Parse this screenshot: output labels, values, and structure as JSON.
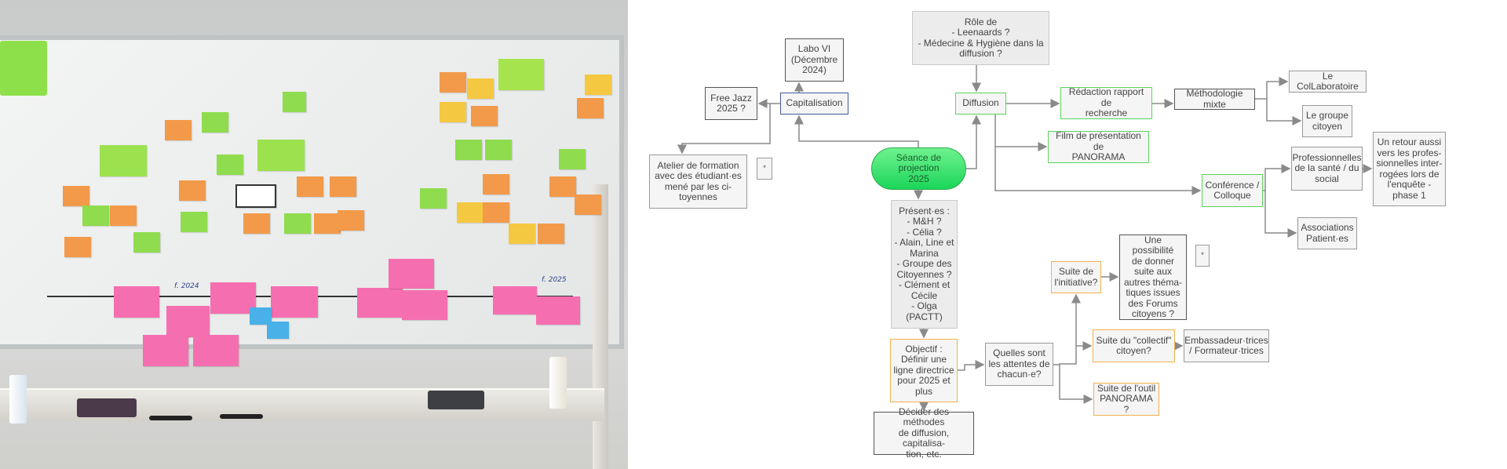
{
  "photo": {
    "handwriting": [
      "f. 2024",
      "f. 2025"
    ]
  },
  "diagram": {
    "nodes": {
      "role": "Rôle de\n- Leenaards ?\n- Médecine & Hygiène dans la diffusion ?",
      "labo": "Labo VI\n(Décembre\n2024)",
      "freejazz": "Free Jazz\n2025 ?",
      "capitalisation": "Capitalisation",
      "diffusion": "Diffusion",
      "atelier": "Atelier de formation\navec des étudiant·es\nmené par les ci-\ntoyennes",
      "star1": "*",
      "seance": "Séance de\nprojection\n2025",
      "presentes": "Présent·es :\n- M&H ?\n- Célia ?\n- Alain, Line et\nMarina\n- Groupe des\nCitoyennes ?\n- Clément et\nCécile\n- Olga\n(PACTT)",
      "objectif": "Objectif :\nDéfinir une\nligne directrice\npour 2025 et\nplus",
      "decider": "Décider des méthodes\nde diffusion, capitalisa-\ntion, etc.",
      "quelles": "Quelles sont\nles attentes de\nchacun·e?",
      "suite_initiative": "Suite de\nl'initiative?",
      "possibilite": "Une possibilité\nde donner\nsuite aux\nautres théma-\ntiques issues\ndes Forums\ncitoyens ?",
      "star2": "*",
      "suite_collectif": "Suite du \"collectif\"\ncitoyen?",
      "embassadeur": "Embassadeur·trices\n/ Formateur·trices",
      "suite_outil": "Suite de l'outil\nPANORAMA ?",
      "redaction": "Rédaction rapport de\nrecherche",
      "methodologie": "Méthodologie mixte",
      "collaboratoire": "Le ColLaboratoire",
      "groupe_citoyen": "Le groupe\ncitoyen",
      "film": "Film de présentation de\nPANORAMA",
      "conference": "Conférence /\nColloque",
      "professionnelles": "Professionnelles\nde la santé / du\nsocial",
      "retour": "Un retour aussi\nvers les profes-\nsionnelles inter-\nrogées lors de\nl'enquête -\nphase 1",
      "associations": "Associations\nPatient·es"
    },
    "colors": {
      "green": "#5bd45b",
      "blue": "#3e5a9c",
      "orange": "#f2b24a",
      "connector": "#8a8a8a"
    }
  }
}
